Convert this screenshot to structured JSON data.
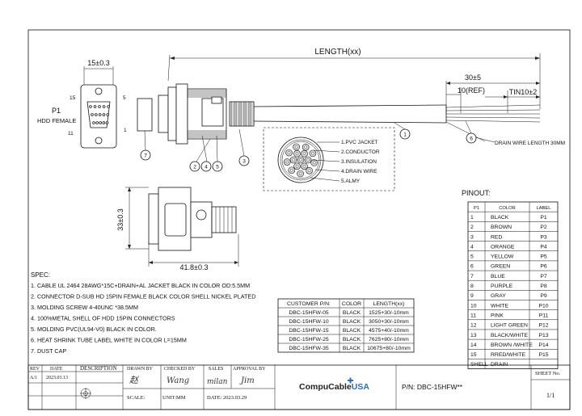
{
  "drawing": {
    "length_label": "LENGTH(xx)",
    "dim_30": "30±5",
    "dim_10ref": "10(REF)",
    "dim_tin": "TIN10±2",
    "dim_15": "15±0.3",
    "dim_33": "33±0.3",
    "dim_41": "41.8±0.3",
    "p1_label": "P1",
    "p1_sub": "HDD FEMALE",
    "pin_15": "15",
    "pin_5": "5",
    "pin_11": "11",
    "pin_1": "1",
    "drain_note": "DRAIN WIRE LENGTH 30MM",
    "balloons": [
      "1",
      "2",
      "4",
      "5",
      "3",
      "6",
      "7"
    ],
    "cross_section": [
      {
        "num": "1",
        "text": "1.PVC JACKET"
      },
      {
        "num": "2",
        "text": "2.CONDUCTOR"
      },
      {
        "num": "3",
        "text": "3.INSULATION"
      },
      {
        "num": "4",
        "text": "4.DRAIN WIRE"
      },
      {
        "num": "5",
        "text": "5.ALMY"
      }
    ]
  },
  "spec": {
    "title": "SPEC:",
    "items": [
      "1. CABLE UL 2464 28AWG*15C+DRAIN+AL JACKET BLACK IN COLOR OD:5.5MM",
      "2. CONNECTOR D-SUB HD 15PIN FEMALE BLACK COLOR SHELL NICKEL PLATED",
      "3. MOLDING SCREW 4-40UNC *38.5MM",
      "4. 100%METAL SHELL OF HDD 15PIN CONNECTORS",
      "5. MOLDING PVC(UL94-V0) BLACK IN COLOR.",
      "6. HEAT SHRINK TUBE LABEL WHITE IN COLOR L=15MM",
      "7. DUST CAP"
    ]
  },
  "parts_table": {
    "headers": [
      "CUSTOMER P/N:",
      "COLOR",
      "LENGTH(xx)"
    ],
    "rows": [
      [
        "DBC-15HFW-05",
        "BLACK",
        "1525+30/-10mm"
      ],
      [
        "DBC-15HFW-10",
        "BLACK",
        "3050+30/-10mm"
      ],
      [
        "DBC-15HFW-15",
        "BLACK",
        "4575+40/-10mm"
      ],
      [
        "DBC-15HFW-25",
        "BLACK",
        "7625+80/-10mm"
      ],
      [
        "DBC-15HFW-35",
        "BLACK",
        "10675+80/-10mm"
      ]
    ]
  },
  "pinout": {
    "title": "PINOUT:",
    "headers": [
      "P1",
      "COLOR",
      "LABEL"
    ],
    "rows": [
      [
        "1",
        "BLACK",
        "P1"
      ],
      [
        "2",
        "BROWN",
        "P2"
      ],
      [
        "3",
        "RED",
        "P3"
      ],
      [
        "4",
        "ORANGE",
        "P4"
      ],
      [
        "5",
        "YELLOW",
        "P5"
      ],
      [
        "6",
        "GREEN",
        "P6"
      ],
      [
        "7",
        "BLUE",
        "P7"
      ],
      [
        "8",
        "PURPLE",
        "P8"
      ],
      [
        "9",
        "GRAY",
        "P9"
      ],
      [
        "10",
        "WHITE",
        "P10"
      ],
      [
        "11",
        "PINK",
        "P11"
      ],
      [
        "12",
        "LIGHT GREEN",
        "P12"
      ],
      [
        "13",
        "BLACK/WHITE",
        "P13"
      ],
      [
        "14",
        "BROWN /WHITE",
        "P14"
      ],
      [
        "15",
        "RRED/WHITE",
        "P15"
      ],
      [
        "SHELL",
        "DRAIN",
        ""
      ]
    ]
  },
  "title_block": {
    "rev_h": "REV",
    "date_h": "DATE",
    "desc_h": "DESCRIPTION",
    "rev": "A/1",
    "date": "2023.03.13",
    "drawn_by": "DRAWN BY",
    "checked_by": "CHECKED BY",
    "sales": "SALES",
    "approval_by": "APPROVAL BY",
    "scale": "SCALE:",
    "unit": "UNIT:MM",
    "date2": "DATE: 2023.03.29",
    "sig_drawn": "赵",
    "sig_checked": "Wang",
    "sig_sales": "milan",
    "sig_approval": "Jim",
    "brand": "CompuCable",
    "brand_suffix": "USA",
    "pn": "P/N: DBC-15HFW**",
    "sheet_no": "SHEET No.",
    "sheet": "1/1"
  }
}
